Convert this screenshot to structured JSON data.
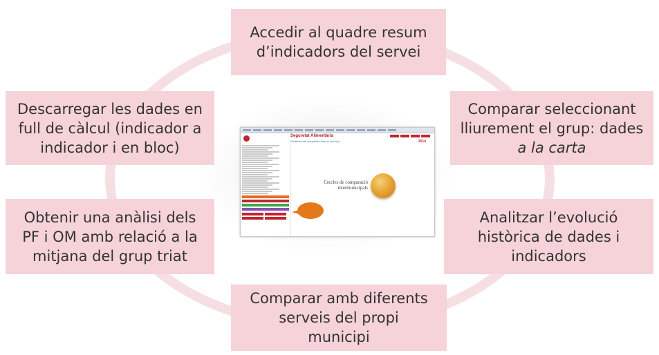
{
  "cycle_steps": {
    "top": [
      "Accedir al quadre resum",
      "d’indicadors del servei"
    ],
    "upper_right": [
      "Comparar seleccionant",
      "lliurement el grup: dades"
    ],
    "upper_right_italic": "a la carta",
    "lower_right": [
      "Analitzar l’evolució",
      "històrica de dades i",
      "indicadors"
    ],
    "bottom": [
      "Comparar amb diferents",
      "serveis del propi",
      "municipi"
    ],
    "lower_left": [
      "Obtenir una anàlisi dels",
      "PF i OM amb relació a la",
      "mitjana del grup triat"
    ],
    "upper_left": [
      "Descarregar les dades en",
      "full de càlcul (indicador a",
      "indicador i en bloc)"
    ]
  },
  "screenshot": {
    "app_title": "Seguretat Alimentària",
    "app_subtitle": "Establiments compartits amb el municipi",
    "year": "2014",
    "center_text": [
      "Cercles de comparació",
      "intermunicipals"
    ]
  },
  "colors": {
    "box_fill": "#f6d3d8",
    "ring": "#f6dfe3",
    "text": "#333333",
    "brand_red": "#c0262d",
    "globe": "#e9a536"
  }
}
